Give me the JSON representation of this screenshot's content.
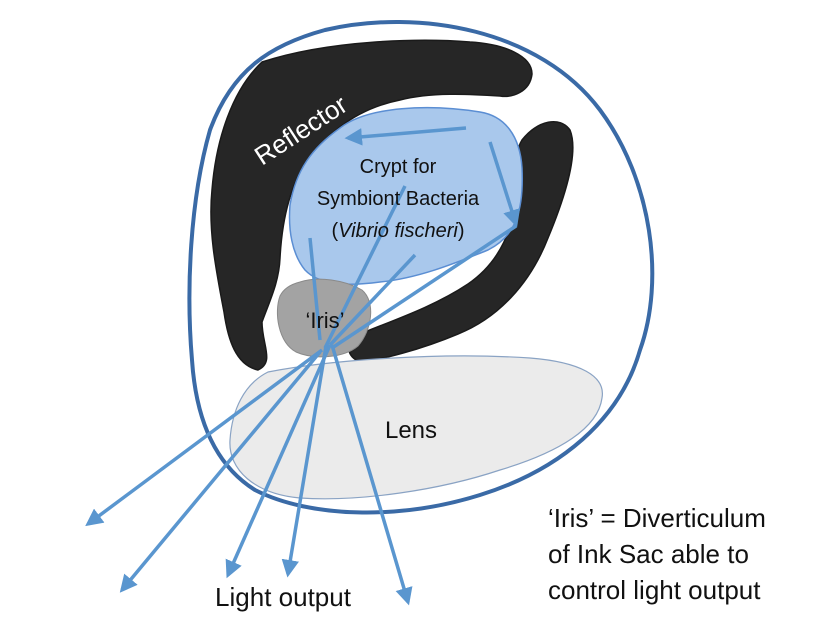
{
  "labels": {
    "reflector": "Reflector",
    "crypt_line1": "Crypt for",
    "crypt_line2": "Symbiont Bacteria",
    "crypt_open_paren": "(",
    "crypt_species": "Vibrio fischeri",
    "crypt_close_paren": ")",
    "iris": "‘Iris’",
    "lens": "Lens",
    "light_output": "Light output"
  },
  "note": {
    "line1": "‘Iris’ = Diverticulum",
    "line2": "of Ink Sac able to",
    "line3": "control light output"
  },
  "colors": {
    "organ_outline": "#3a6aa6",
    "reflector": "#262626",
    "crypt_fill": "#a9c8ec",
    "crypt_stroke": "#5b8ed3",
    "iris_fill": "#a3a3a3",
    "lens_fill": "#ebebeb",
    "ray": "#5a96cf"
  }
}
